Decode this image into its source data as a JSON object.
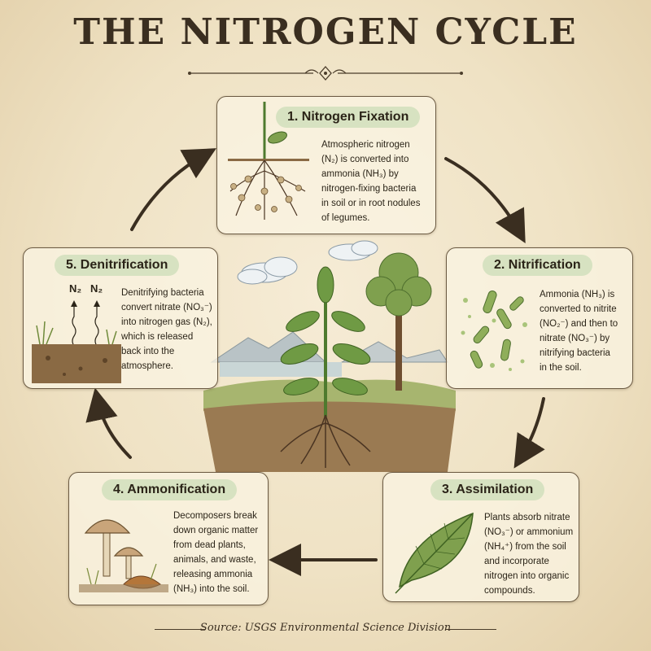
{
  "title": "THE NITROGEN CYCLE",
  "stages": [
    {
      "heading": "1. Nitrogen Fixation",
      "description": "Atmospheric nitrogen\n(N₂) is converted into\nammonia (NH₃) by\nnitrogen-fixing bacteria\nin soil or in root nodules\nof legumes."
    },
    {
      "heading": "2. Nitrification",
      "description": "Ammonia (NH₃) is\nconverted to nitrite\n(NO₂⁻) and then to\nnitrate (NO₃⁻) by\nnitrifying bacteria\nin the soil."
    },
    {
      "heading": "3. Assimilation",
      "description": "Plants absorb nitrate\n(NO₃⁻) or ammonium\n(NH₄⁺) from the soil\nand incorporate\nnitrogen into organic\ncompounds."
    },
    {
      "heading": "4. Ammonification",
      "description": "Decomposers break\ndown organic matter\nfrom dead plants,\nanimals, and waste,\nreleasing ammonia\n(NH₃) into the soil."
    },
    {
      "heading": "5. Denitrification",
      "description": "Denitrifying bacteria\nconvert nitrate (NO₃⁻)\ninto nitrogen gas (N₂),\nwhich is released\nback into the\natmosphere."
    }
  ],
  "denitrification_labels": [
    "N₂",
    "N₂"
  ],
  "source": "Source: USGS Environmental Science Division",
  "colors": {
    "background": "#efe2c4",
    "border": "#6b5a42",
    "heading_pill": "#d7e2c1",
    "text": "#2b2418"
  }
}
